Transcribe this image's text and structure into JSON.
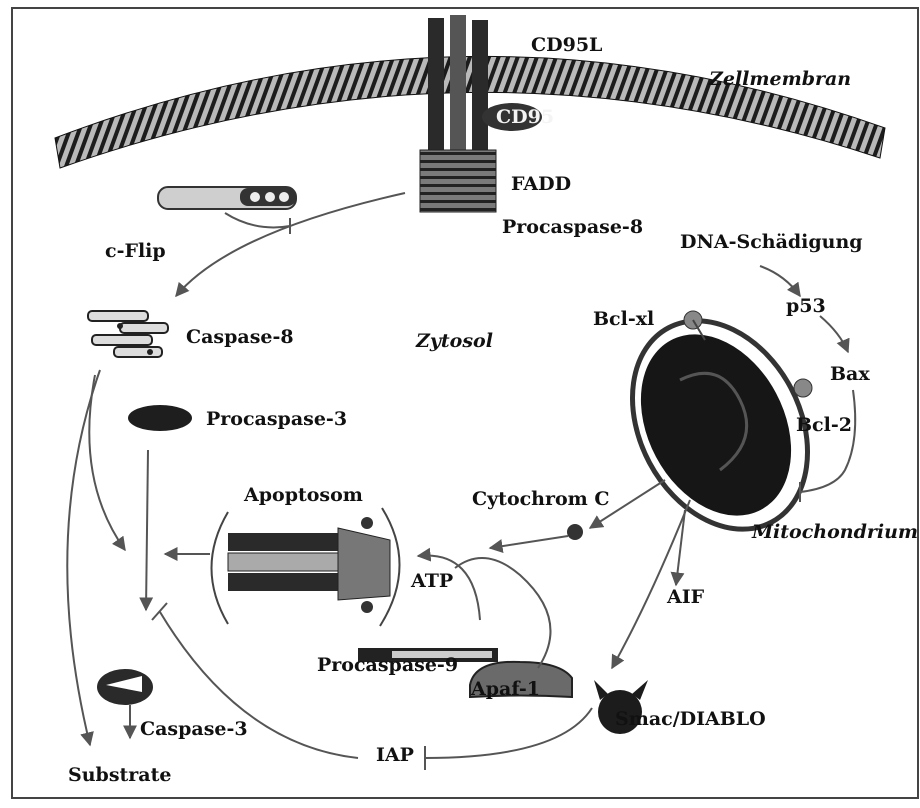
{
  "diagram": {
    "labels": {
      "cd95l": "CD95L",
      "zellmembran": "Zellmembran",
      "cd95": "CD95",
      "fadd": "FADD",
      "procaspase8": "Procaspase-8",
      "cflip": "c-Flip",
      "dna_schaedigung": "DNA-Schädigung",
      "p53": "p53",
      "bclxl": "Bcl-xl",
      "caspase8": "Caspase-8",
      "zytosol": "Zytosol",
      "bax": "Bax",
      "procaspase3": "Procaspase-3",
      "bcl2": "Bcl-2",
      "apoptosom": "Apoptosom",
      "cytochrom_c": "Cytochrom C",
      "mitochondrium": "Mitochondrium",
      "atp": "ATP",
      "aif": "AIF",
      "procaspase9": "Procaspase-9",
      "apaf1": "Apaf-1",
      "smac_diablo": "Smac/DIABLO",
      "caspase3": "Caspase-3",
      "iap": "IAP",
      "substrate": "Substrate"
    }
  }
}
